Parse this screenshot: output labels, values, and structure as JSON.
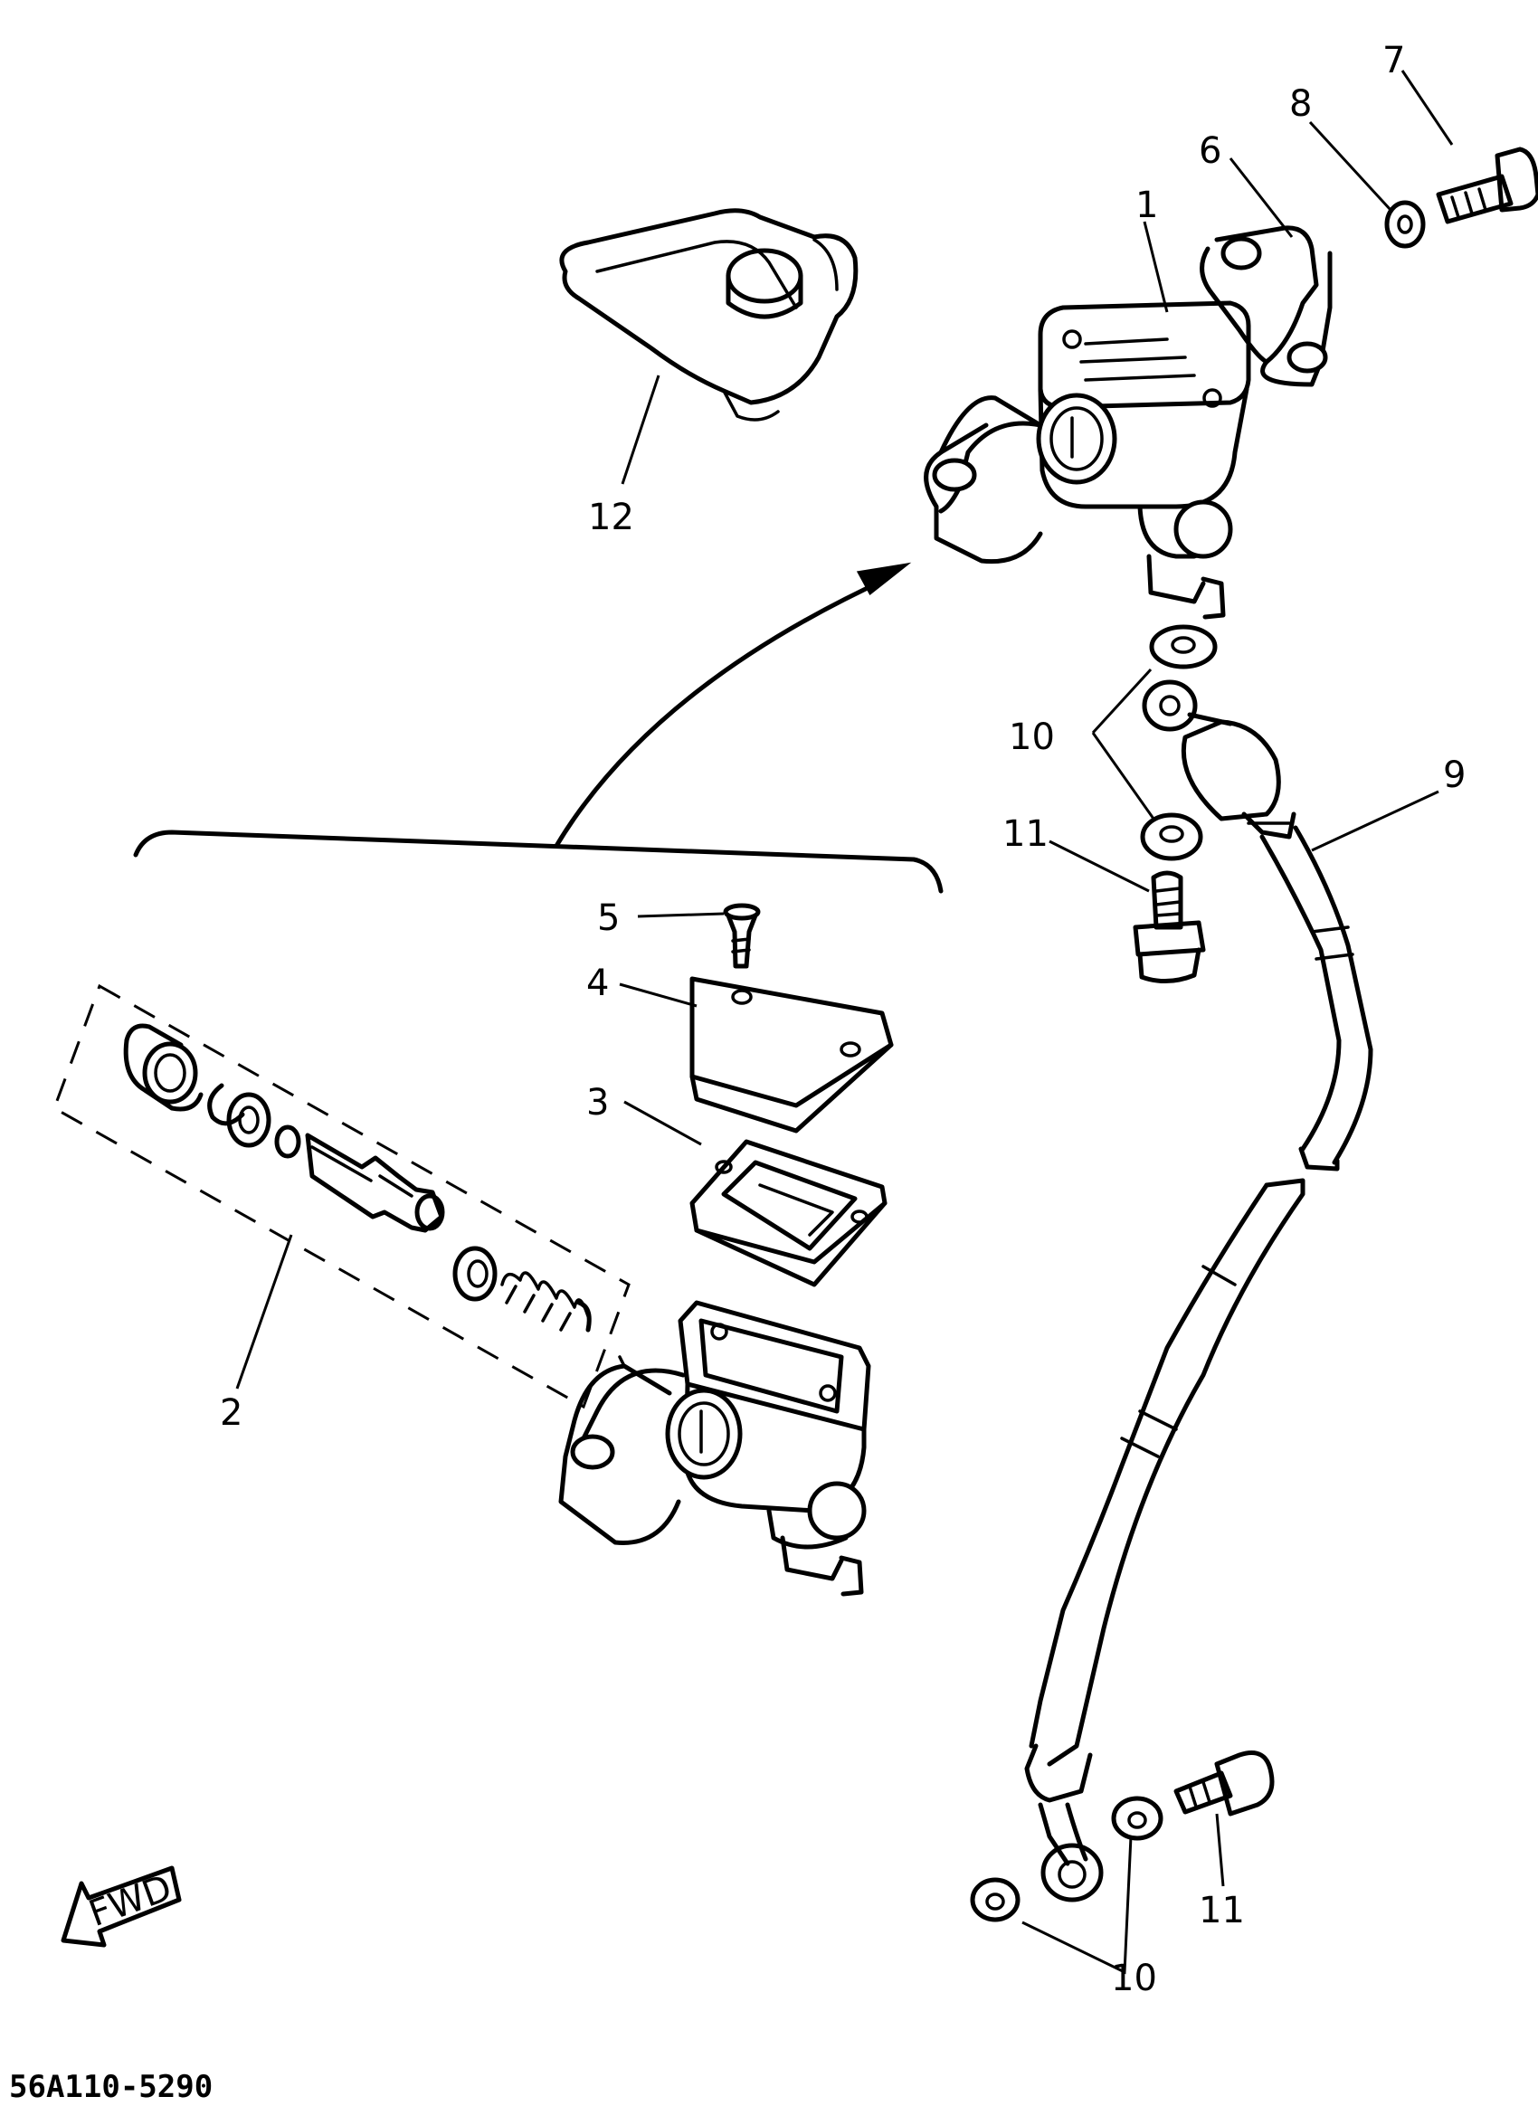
{
  "callouts": [
    {
      "id": "callout-1",
      "text": "1"
    },
    {
      "id": "callout-2",
      "text": "2"
    },
    {
      "id": "callout-3",
      "text": "3"
    },
    {
      "id": "callout-4",
      "text": "4"
    },
    {
      "id": "callout-5",
      "text": "5"
    },
    {
      "id": "callout-6",
      "text": "6"
    },
    {
      "id": "callout-7",
      "text": "7"
    },
    {
      "id": "callout-8",
      "text": "8"
    },
    {
      "id": "callout-9",
      "text": "9"
    },
    {
      "id": "callout-10a",
      "text": "10"
    },
    {
      "id": "callout-10b",
      "text": "10"
    },
    {
      "id": "callout-11a",
      "text": "11"
    },
    {
      "id": "callout-11b",
      "text": "11"
    },
    {
      "id": "callout-12",
      "text": "12"
    }
  ],
  "fwd_label": "FWD",
  "diagram_code": "56A110-5290"
}
